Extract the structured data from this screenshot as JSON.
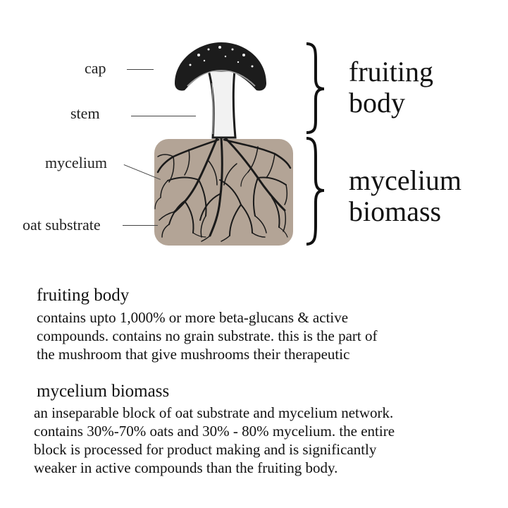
{
  "diagram": {
    "labels": {
      "cap": "cap",
      "stem": "stem",
      "mycelium": "mycelium",
      "oat_substrate": "oat substrate"
    },
    "groups": {
      "fruiting_body_line1": "fruiting",
      "fruiting_body_line2": "body",
      "mycelium_biomass_line1": "mycelium",
      "mycelium_biomass_line2": "biomass"
    },
    "colors": {
      "substrate": "#b3a496",
      "roots": "#1a1a1a",
      "cap": "#1c1c1c",
      "stem": "#f2f2f2"
    }
  },
  "sections": {
    "fruiting": {
      "title": "fruiting body",
      "lines": [
        "contains upto 1,000% or more beta-glucans & active",
        "compounds. contains no grain substrate. this is the part of",
        "the mushroom that give mushrooms their therapeutic"
      ]
    },
    "mycelium": {
      "title": "mycelium biomass",
      "lines": [
        "an inseparable block of oat substrate and mycelium network.",
        "contains 30%-70% oats and 30% - 80% mycelium. the entire",
        "block is processed for product making and is significantly",
        "weaker in active compounds than the fruiting body."
      ]
    }
  }
}
